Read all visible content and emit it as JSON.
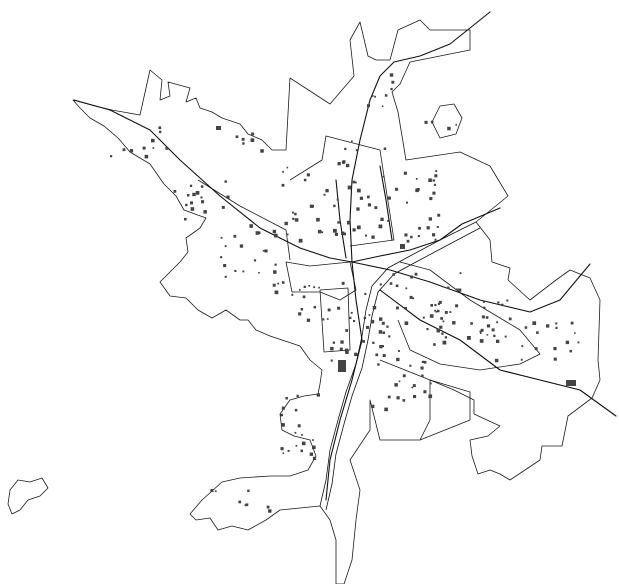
{
  "map": {
    "style": "black-and-white line map",
    "colors": {
      "background": "#ffffff",
      "outline": "#1a1a1a",
      "feature_dots": "#444444"
    },
    "layers": [
      "municipal-boundary",
      "district-boundaries",
      "roads",
      "river",
      "point-features",
      "island-fragment"
    ]
  }
}
